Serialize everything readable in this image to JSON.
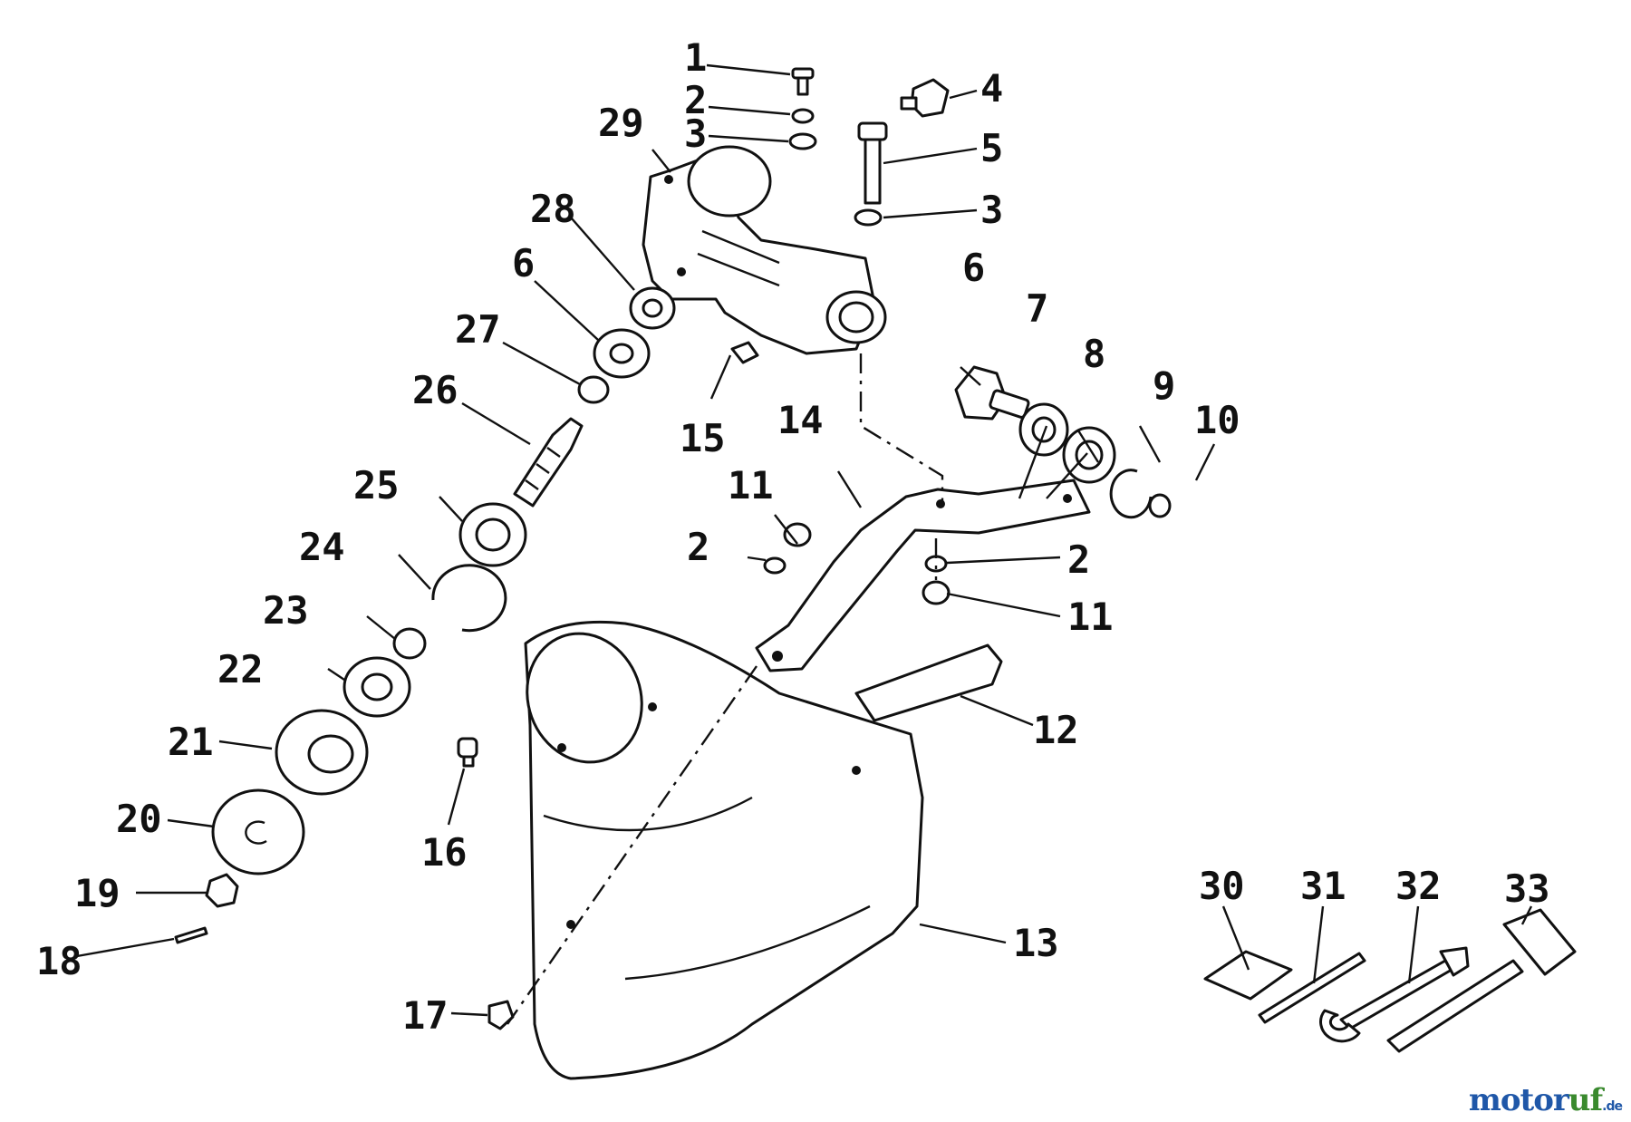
{
  "diagram": {
    "callouts": [
      "1",
      "2",
      "3",
      "4",
      "5",
      "6",
      "7",
      "8",
      "9",
      "10",
      "11",
      "12",
      "13",
      "14",
      "15",
      "16",
      "17",
      "18",
      "19",
      "20",
      "21",
      "22",
      "23",
      "24",
      "25",
      "26",
      "27",
      "28",
      "29",
      "30",
      "31",
      "32",
      "33"
    ],
    "label_2": "2",
    "label_3": "3",
    "label_6": "6",
    "label_11": "11"
  },
  "watermark": {
    "part_a": "motor",
    "part_b": "uf",
    "part_c": ".de"
  }
}
